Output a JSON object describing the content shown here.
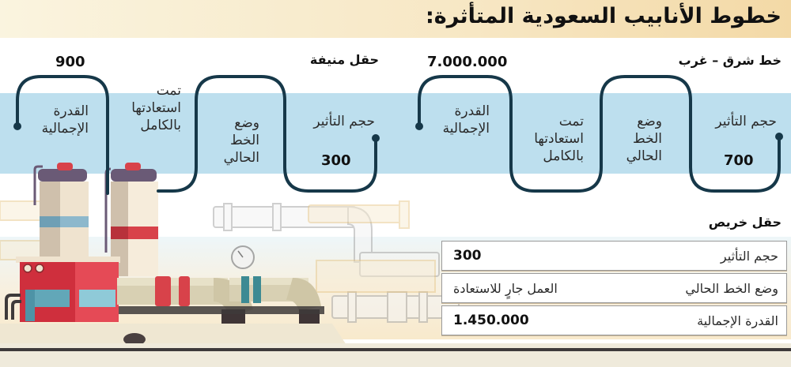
{
  "title": "خطوط الأنابيب السعودية المتأثرة:",
  "colors": {
    "title_bg_left": "#faf4df",
    "title_bg_right": "#f3d9a6",
    "band": "#bddfee",
    "timeline_line": "#163849",
    "tank_red": "#d8424a",
    "tank_blue": "#5b9db5",
    "building_red": "#d3343f",
    "pipe_teal": "#3d8a93"
  },
  "east_west": {
    "label": "خط شرق – غرب",
    "steps": [
      {
        "label": "حجم التأثير",
        "value": "700"
      },
      {
        "label_lines": [
          "وضع",
          "الخط",
          "الحالي"
        ]
      },
      {
        "label_lines": [
          "تمت",
          "استعادتها",
          "بالكامل"
        ]
      },
      {
        "label_lines": [
          "القدرة",
          "الإجمالية"
        ],
        "value": "7.000.000"
      }
    ]
  },
  "manifa": {
    "label": "حقل منيفة",
    "steps": [
      {
        "label": "حجم التأثير",
        "value": "300"
      },
      {
        "label_lines": [
          "وضع",
          "الخط",
          "الحالي"
        ]
      },
      {
        "label_lines": [
          "تمت",
          "استعادتها",
          "بالكامل"
        ]
      },
      {
        "label_lines": [
          "القدرة",
          "الإجمالية"
        ],
        "value": "900"
      }
    ]
  },
  "khurais": {
    "label": "حقل خريص",
    "rows": [
      {
        "label": "حجم التأثير",
        "value": "300"
      },
      {
        "label": "وضع الخط الحالي",
        "value": "العمل جارٍ للاستعادة"
      },
      {
        "label": "القدرة الإجمالية",
        "value": "1.450.000"
      }
    ]
  },
  "illustration": {
    "icons": [
      "storage-tank-icon",
      "factory-building-icon",
      "pipeline-icon",
      "pressure-gauge-icon"
    ]
  }
}
